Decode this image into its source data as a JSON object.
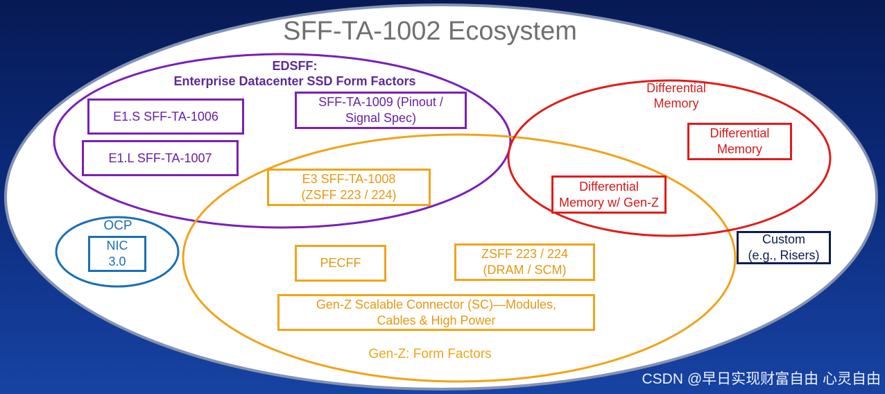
{
  "diagram": {
    "title": "SFF-TA-1002 Ecosystem",
    "edsff": {
      "line1": "EDSFF:",
      "line2": "Enterprise Datacenter SSD Form Factors",
      "boxes": {
        "e1s": "E1.S SFF-TA-1006",
        "e1l": "E1.L SFF-TA-1007",
        "pinout": "SFF-TA-1009 (Pinout /\nSignal Spec)"
      }
    },
    "overlap_box": "E3 SFF-TA-1008\n(ZSFF 223 / 224)",
    "differential_memory": {
      "label": "Differential\nMemory",
      "box": "Differential\nMemory",
      "overlap_box": "Differential\nMemory w/ Gen-Z"
    },
    "ocp": {
      "label": "OCP",
      "box": "NIC\n3.0"
    },
    "genz": {
      "label": "Gen-Z: Form Factors",
      "pecff": "PECFF",
      "zsff": "ZSFF 223 / 224\n(DRAM / SCM)",
      "connector": "Gen-Z Scalable Connector (SC)—Modules,\nCables & High Power"
    },
    "custom_box": "Custom\n(e.g., Risers)",
    "colors": {
      "background": "#0b2a7a",
      "edsff": "#7a1fb5",
      "genz": "#f0a418",
      "differential": "#e21b1b",
      "ocp": "#1a6fb5",
      "custom": "#0b1d4f"
    }
  },
  "watermark": "CSDN @早日实现财富自由 心灵自由"
}
